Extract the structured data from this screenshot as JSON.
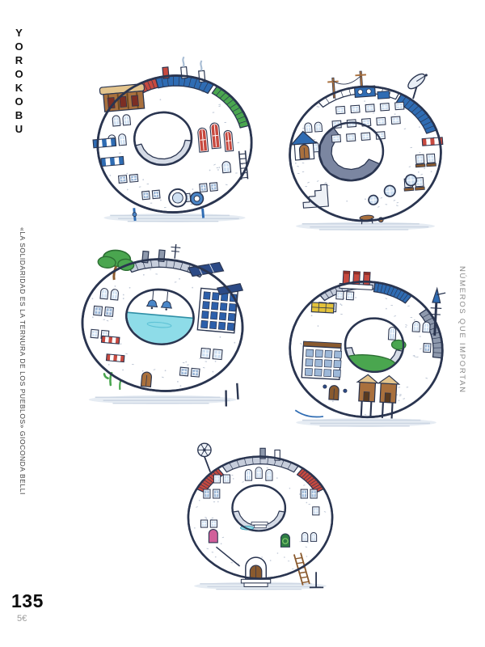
{
  "magazine": {
    "masthead": "YOROKOBU",
    "issue_number": "135",
    "price": "5€",
    "left_quote": "«LA SOLIDARIDAD ES LA TERNURA DE LOS PUEBLOS» GIOCONDA BELLI",
    "right_caption": "NÚMEROS QUE IMPORTAN"
  },
  "palette": {
    "ink": "#2a3550",
    "paper": "#ffffff",
    "blue": "#2f6cb3",
    "sky_blue": "#4a86c8",
    "pale_blue": "#cfe0f2",
    "mid_blue": "#9db8d8",
    "red": "#c7493f",
    "green": "#4aa64f",
    "dark_green": "#2c6e33",
    "brown": "#a9703d",
    "dark_brown": "#8a5a2e",
    "straw": "#e3c48d",
    "cyan": "#8edce8",
    "pink": "#d15f9a",
    "yellow": "#e3c23a",
    "stone": "#c6cddb",
    "slate": "#8e99ad",
    "shadow": "#ccd6e3",
    "caption_gray": "#8a8a8a"
  },
  "illustrations": [
    {
      "id": 1,
      "name": "zero-building-top-left",
      "description": "Ring-shaped building with striped blue awnings, thatched timber attic, gothic red windows, green tiled roof, gears and ladders"
    },
    {
      "id": 2,
      "name": "zero-building-top-right",
      "description": "Ring-shaped building with power poles, satellite dish, rooftop machinery, red striped awning and porthole windows"
    },
    {
      "id": 3,
      "name": "zero-building-middle-left",
      "description": "Ring-shaped building with rooftop tree, solar panels, hanging bells and a swimming pool inside the hole"
    },
    {
      "id": 4,
      "name": "zero-building-middle-right",
      "description": "Ring-shaped building with three red chimney stacks, rocket spire, wooden stilt cabins and a grassy hole"
    },
    {
      "id": 5,
      "name": "zero-building-bottom",
      "description": "Ring-shaped building with weather vane, red tiled awnings, pink and green doors, arched stone entrance and ladder"
    }
  ]
}
